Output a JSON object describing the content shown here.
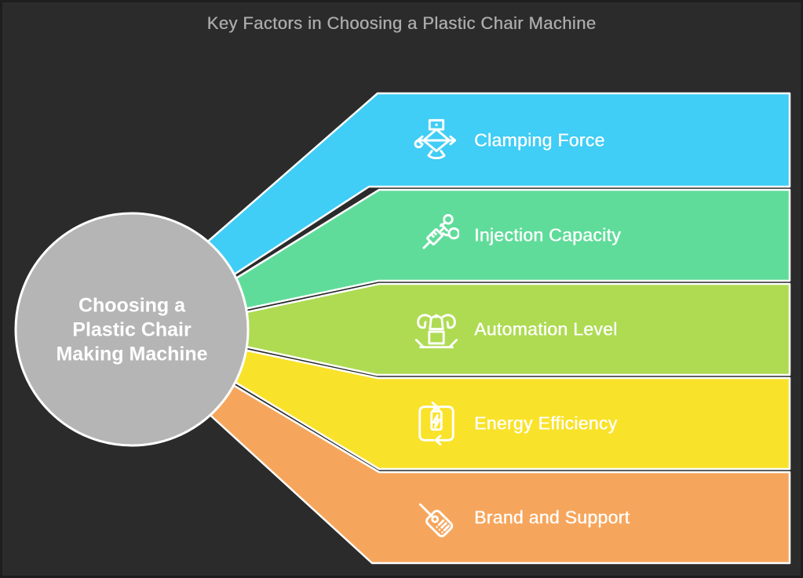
{
  "title": "Key Factors in Choosing a Plastic Chair Machine",
  "center": {
    "label": "Choosing a Plastic Chair Making Machine"
  },
  "colors": {
    "background": "#2b2b2b",
    "frame": "#1e1e1e",
    "circle_fill": "#b5b5b5",
    "outline": "#ffffff",
    "title_text": "#ababab",
    "label_text": "#ffffff"
  },
  "bands": [
    {
      "label": "Clamping Force",
      "color": "#40cdf6",
      "icon": "scissor-jack-icon"
    },
    {
      "label": "Injection Capacity",
      "color": "#60dc9a",
      "icon": "syringe-icon"
    },
    {
      "label": "Automation Level",
      "color": "#aedb52",
      "icon": "robot-gripper-icon"
    },
    {
      "label": "Energy Efficiency",
      "color": "#f9e22a",
      "icon": "battery-recycle-icon"
    },
    {
      "label": "Brand and Support",
      "color": "#f6a65c",
      "icon": "price-tag-icon"
    }
  ]
}
